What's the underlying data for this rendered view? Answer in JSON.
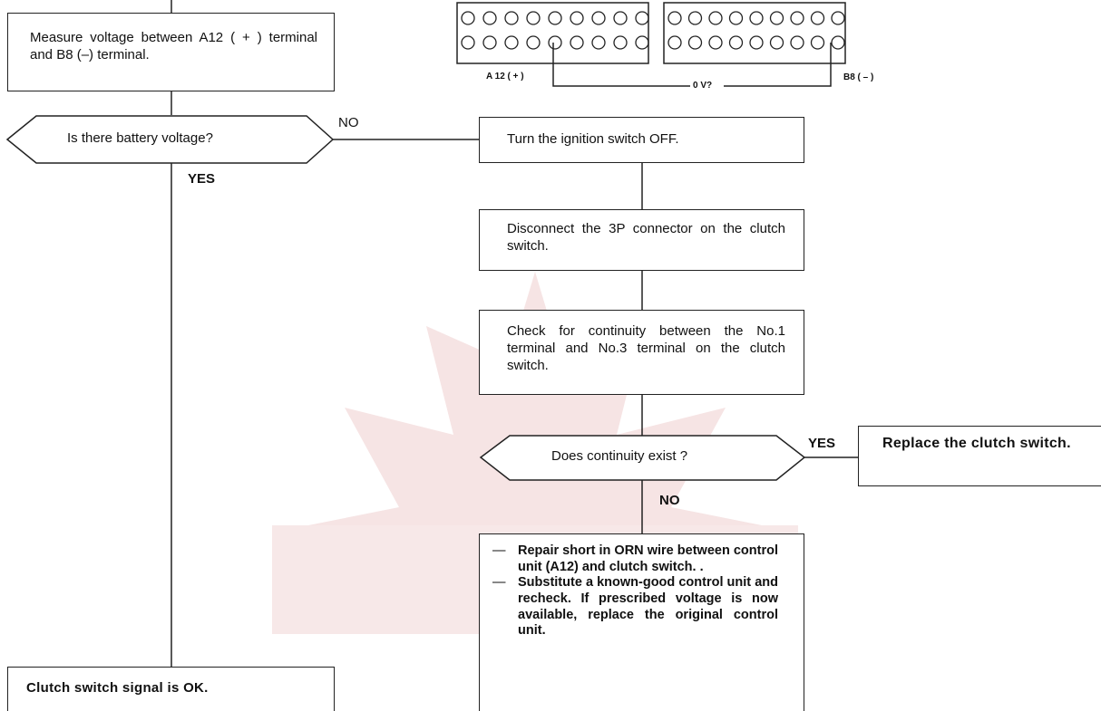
{
  "connectors": {
    "left_label": "A 12 ( + )",
    "right_label": "B8 ( – )",
    "question_label": "0 V?"
  },
  "steps": {
    "measure_voltage": "Measure voltage between A12 ( + ) terminal and B8 (–) terminal.",
    "battery_question": "Is there battery voltage?",
    "battery_no": "NO",
    "battery_yes": "YES",
    "ignition_off": "Turn the ignition switch OFF.",
    "disconnect": "Disconnect the 3P connector on the clutch switch.",
    "check_continuity": "Check for continuity between the No.1 terminal and No.3 terminal on the clutch switch.",
    "continuity_question": "Does continuity exist ?",
    "continuity_yes": "YES",
    "continuity_no": "NO",
    "replace_switch": "Replace the clutch switch.",
    "remedy_1": "Repair short in ORN wire between control unit (A12) and clutch switch. .",
    "remedy_2": "Substitute a known-good control unit and recheck. If prescribed voltage is now available, replace the original control unit.",
    "signal_ok": "Clutch switch signal is OK."
  },
  "colors": {
    "line": "#222222",
    "watermark": "#f3d9d9"
  }
}
